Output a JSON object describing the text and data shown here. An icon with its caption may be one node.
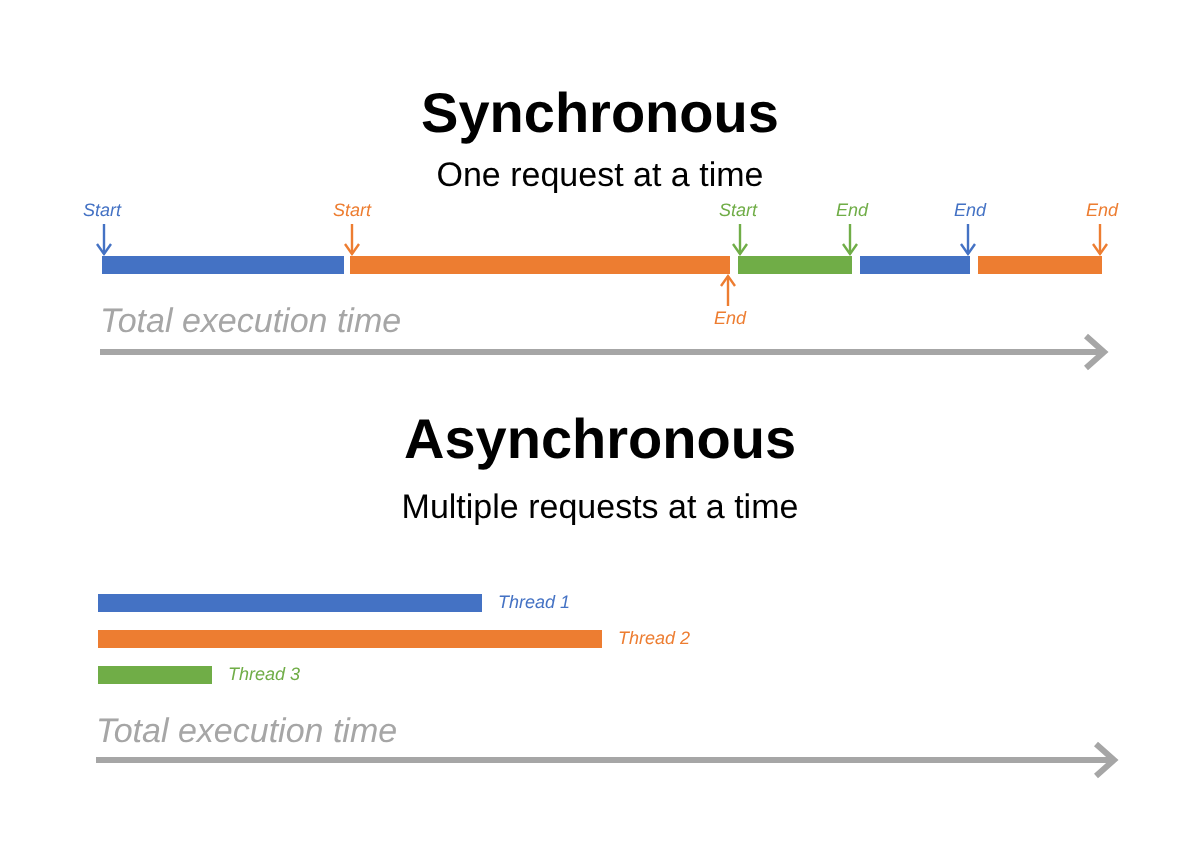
{
  "diagram": {
    "nodes": [
      {
        "text": [
          "Start"
        ]
      },
      {
        "text": [
          "Start"
        ]
      },
      {
        "text": [
          "Start"
        ]
      },
      {
        "text": [
          "End"
        ]
      },
      {
        "text": [
          "End"
        ]
      },
      {
        "text": [
          "End"
        ]
      },
      {
        "text": [
          "End"
        ]
      },
      {
        "text": [],
        "shape": "bar"
      },
      {
        "text": [],
        "shape": "bar"
      },
      {
        "text": [],
        "shape": "bar"
      },
      {
        "text": [],
        "shape": "bar"
      },
      {
        "text": [],
        "shape": "bar"
      },
      {
        "text": [],
        "shape": "bar",
        "beside": [
          "Thread 1"
        ]
      },
      {
        "text": [],
        "shape": "bar",
        "beside": [
          "Thread 2"
        ]
      },
      {
        "text": [],
        "shape": "bar",
        "beside": [
          "Thread 3"
        ]
      }
    ],
    "edges": [
      {
        "from": 0,
        "to": 7,
        "arrow": "to",
        "color": "#4472c4"
      },
      {
        "from": 1,
        "to": 8,
        "arrow": "to"
      },
      {
        "from": 2,
        "to": 9,
        "arrow": "to",
        "color": "#70ad47"
      },
      {
        "from": 3,
        "to": 9,
        "arrow": "to",
        "color": "#70ad47"
      },
      {
        "from": 4,
        "to": 10,
        "arrow": "to",
        "color": "#4472c4"
      },
      {
        "from": 5,
        "to": 11,
        "arrow": "to"
      },
      {
        "from": 6,
        "to": 8,
        "arrow": "to"
      }
    ],
    "labels": [
      "Synchronous",
      "One request at a time",
      "Total execution time",
      "Asynchronous",
      "Multiple requests at a time",
      "Total execution time"
    ]
  }
}
